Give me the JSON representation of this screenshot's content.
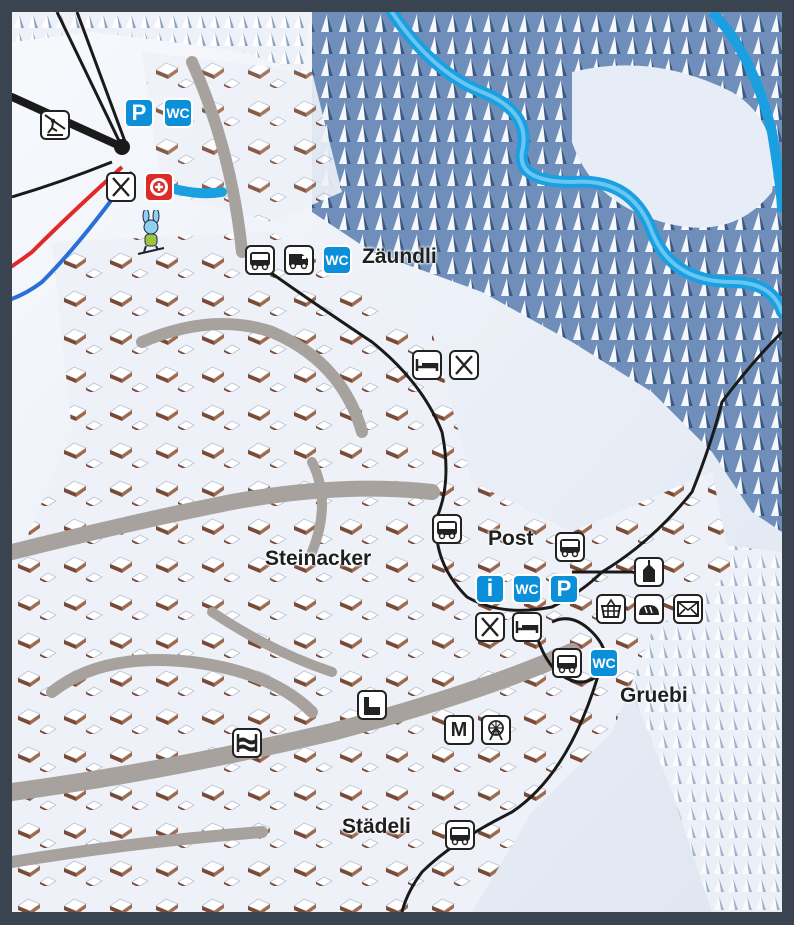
{
  "places": {
    "zaundli": "Zäundli",
    "post": "Post",
    "steinacker": "Steinacker",
    "gruebi": "Gruebi",
    "stadeli": "Städeli"
  },
  "icon_text": {
    "parking": "P",
    "wc": "WC",
    "info": "i",
    "museum": "M"
  },
  "icons": [
    "ski-lift-icon",
    "parking-icon",
    "wc-icon",
    "restaurant-icon",
    "ski-school-icon",
    "mascot-icon",
    "bus-stop-icon",
    "shuttle-icon",
    "hotel-icon",
    "info-icon",
    "shop-icon",
    "bakery-icon",
    "mail-icon",
    "church-icon",
    "cheese-dairy-icon",
    "museum-icon",
    "spinning-wheel-icon",
    "river-icon"
  ],
  "colors": {
    "frame": "#3a4350",
    "snow": "#eef2f8",
    "road": "#a8a29f",
    "route": "#1a1a1a",
    "river": "#1a9fe0",
    "piste_red": "#e02a2a",
    "piste_blue": "#2a6fd6",
    "forest": "#5c7fae",
    "signage_blue": "#0a8fd8"
  }
}
